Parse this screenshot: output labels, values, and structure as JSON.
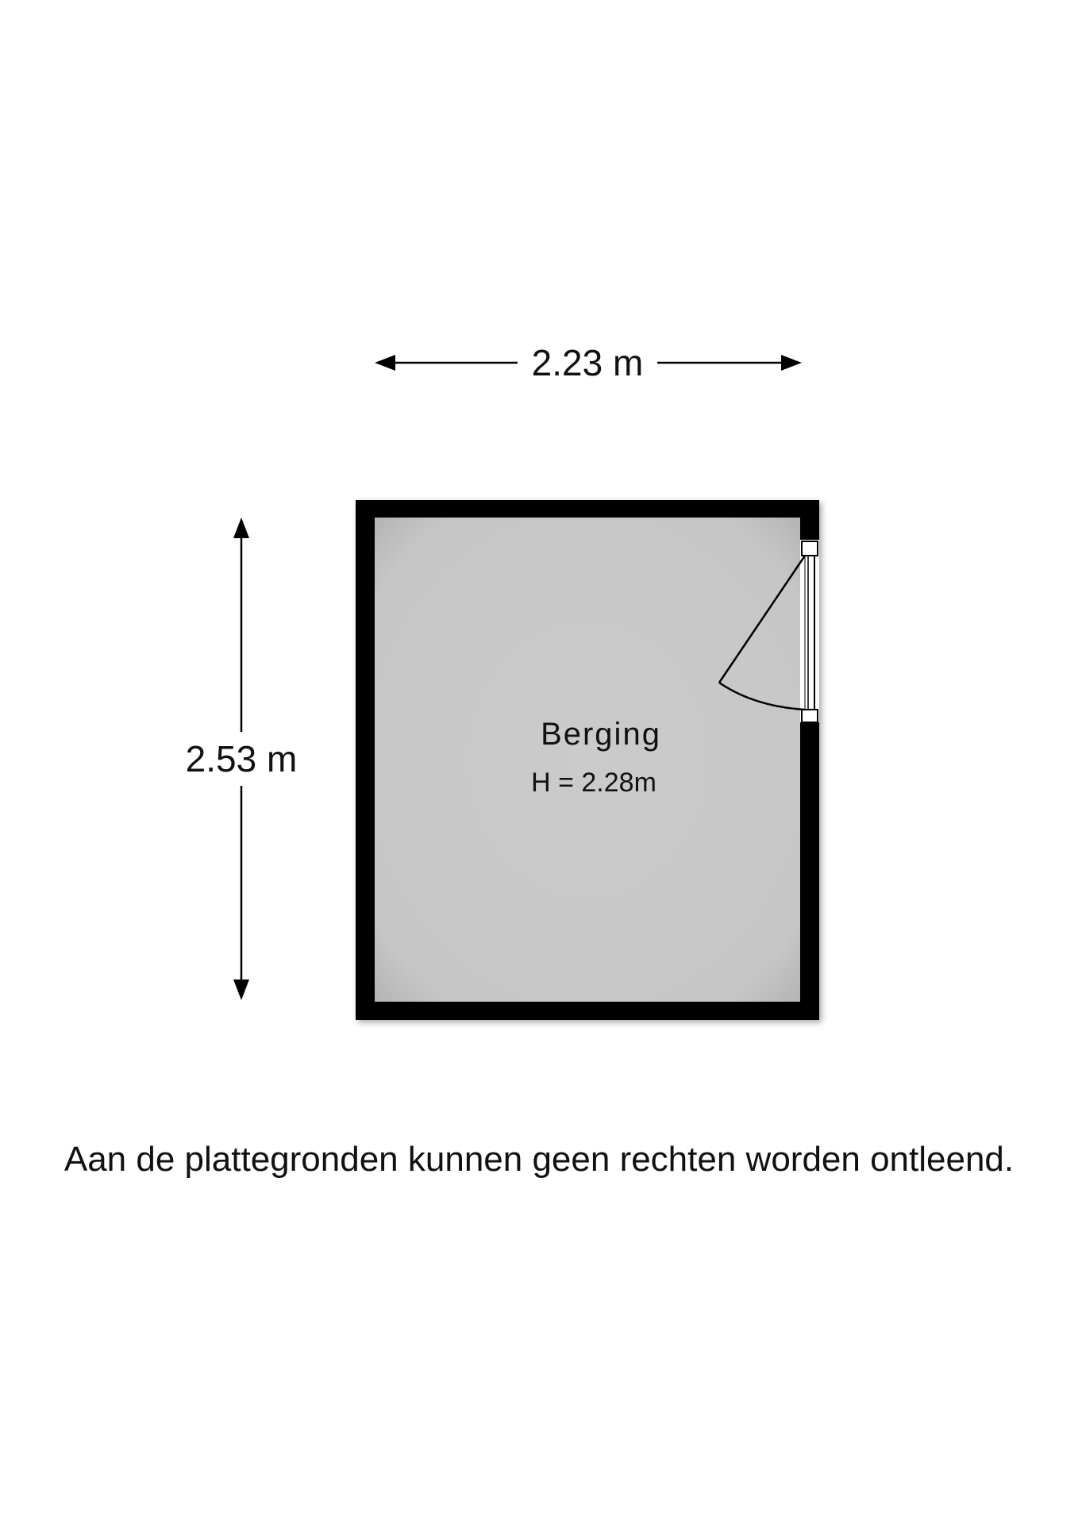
{
  "floorplan": {
    "width_label": "2.23 m",
    "height_label": "2.53 m",
    "room": {
      "name": "Berging",
      "height_label": "H = 2.28m"
    },
    "colors": {
      "wall": "#000000",
      "floor": "#c9c9c9",
      "background": "#ffffff"
    }
  },
  "disclaimer": "Aan de plattegronden kunnen geen rechten worden ontleend."
}
